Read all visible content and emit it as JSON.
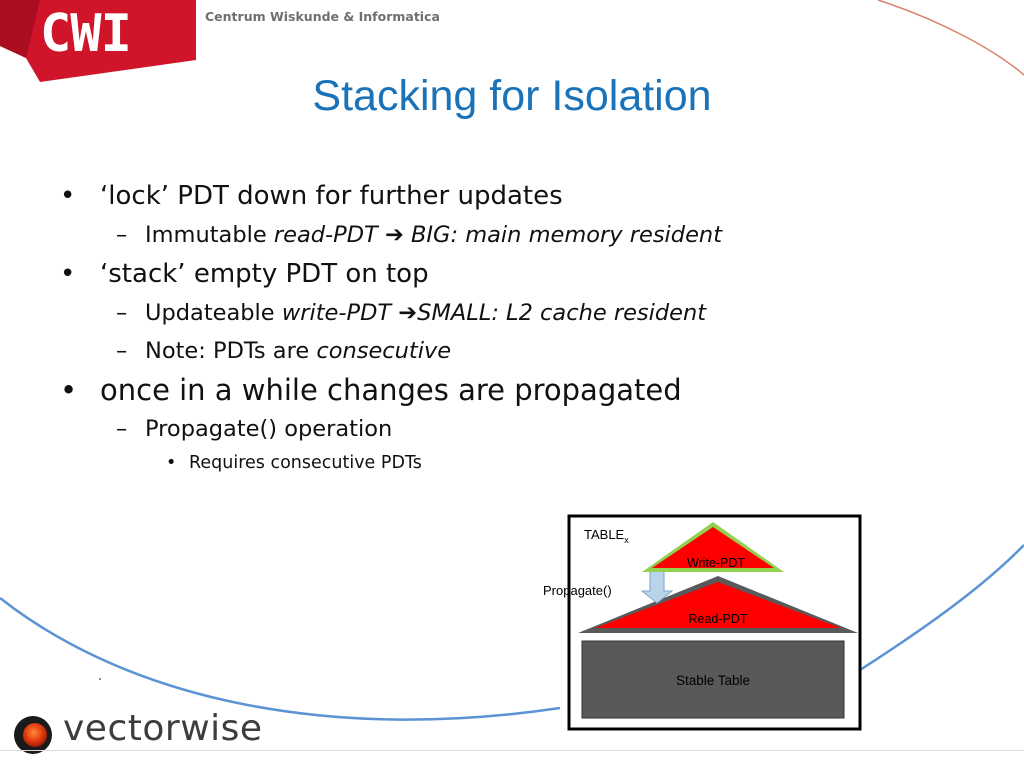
{
  "header": {
    "logo_text": "CWI",
    "org_name": "Centrum Wiskunde & Informatica",
    "brand_red": "#d0142a"
  },
  "slide": {
    "title": "Stacking for Isolation",
    "title_color": "#1a73b8",
    "b1": "‘lock’ PDT down for further updates",
    "b1_s1_pre": "Immutable ",
    "b1_s1_italic": "read-PDT",
    "b1_s1_arrow": "➔",
    "b1_s1_post": "BIG: main memory resident",
    "b2": "‘stack’ empty PDT on top",
    "b2_s1_pre": "Updateable ",
    "b2_s1_italic": "write-PDT",
    "b2_s1_arrow": "➔",
    "b2_s1_post": "SMALL: L2 cache resident",
    "b2_s2_pre": "Note: PDTs are ",
    "b2_s2_italic": "consecutive",
    "b3": "once in a while changes are propagated",
    "b3_s1": "Propagate() operation",
    "b3_s1_s1": "Requires consecutive PDTs"
  },
  "diagram": {
    "table_label": "TABLE",
    "table_subscript": "x",
    "write_pdt": "Write-PDT",
    "read_pdt": "Read-PDT",
    "propagate": "Propagate()",
    "stable_table": "Stable Table",
    "colors": {
      "pdt_red": "#ff0000",
      "write_border": "#92d050",
      "read_border": "#595959",
      "stable_fill": "#595959",
      "arrow_fill": "#b9d3ea"
    }
  },
  "footer": {
    "brand": "vectorwise",
    "icon": "vectorwise-logo-icon"
  }
}
